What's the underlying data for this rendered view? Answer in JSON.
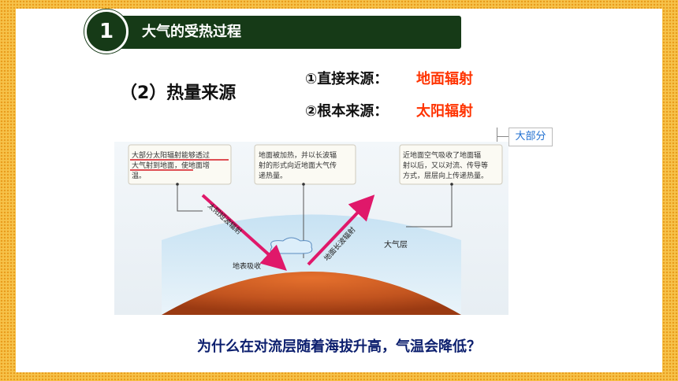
{
  "section": {
    "number": "1",
    "title": "大气的受热过程"
  },
  "subtitle": "（2）热量来源",
  "sources": {
    "direct_label": "①直接来源：",
    "direct_value": "地面辐射",
    "root_label": "②根本来源：",
    "root_value": "太阳辐射"
  },
  "callout": "大部分",
  "diagram": {
    "box1": [
      "大部分太阳辐射能够透过",
      "大气射到地面，使地面增",
      "温。"
    ],
    "box2": [
      "地面被加热，并以长波辐",
      "射的形式向近地面大气传",
      "递热量。"
    ],
    "box3": [
      "近地面空气吸收了地面辐",
      "射以后，又以对流、传导等",
      "方式，层层向上传递热量。"
    ],
    "label_solar": "太阳短波辐射",
    "label_ground": "地面长波辐射",
    "label_atmosphere": "大气层",
    "label_absorb": "地表吸收"
  },
  "question": "为什么在对流层随着海拔升高，气温会降低？",
  "colors": {
    "title_bar": "#163a17",
    "highlight": "#ff3300",
    "question": "#0c1f6e",
    "arrow": "#e0186a"
  }
}
